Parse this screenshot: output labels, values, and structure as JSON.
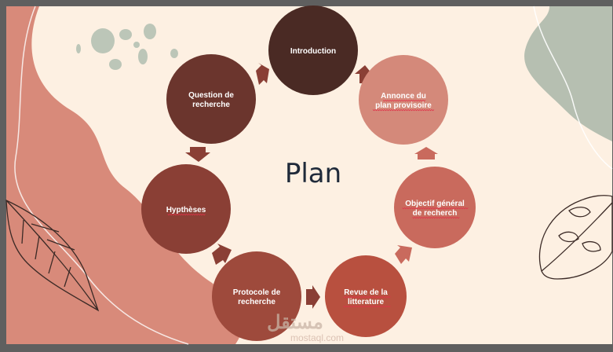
{
  "title": "Plan",
  "colors": {
    "background": "#fdf0e2",
    "frame": "#5f5f5f",
    "blob_left": "#d88a7a",
    "blob_right": "#b6bfb1",
    "dots": "#bcc6b8",
    "arrow": "#8a3f35"
  },
  "nodes": [
    {
      "lines": [
        "Introduction"
      ],
      "color": "#4a2a24",
      "underline": false
    },
    {
      "lines": [
        "Annonce du",
        "plan provisoire"
      ],
      "color": "#d4897a",
      "underline": true
    },
    {
      "lines": [
        "Objectif général",
        "de recherch"
      ],
      "color": "#c96a5d",
      "underline": true
    },
    {
      "lines": [
        "Revue de la",
        "litterature"
      ],
      "color": "#b8503f",
      "underline": true
    },
    {
      "lines": [
        "Protocole de",
        "recherche"
      ],
      "color": "#9e4a3c",
      "underline": false
    },
    {
      "lines": [
        "Hypthèses"
      ],
      "color": "#8a3f35",
      "underline": true
    },
    {
      "lines": [
        "Question de",
        "recherche"
      ],
      "color": "#6b352d",
      "underline": false
    }
  ],
  "watermark": {
    "logo_text": "مستقل",
    "url": "mostaql.com"
  }
}
